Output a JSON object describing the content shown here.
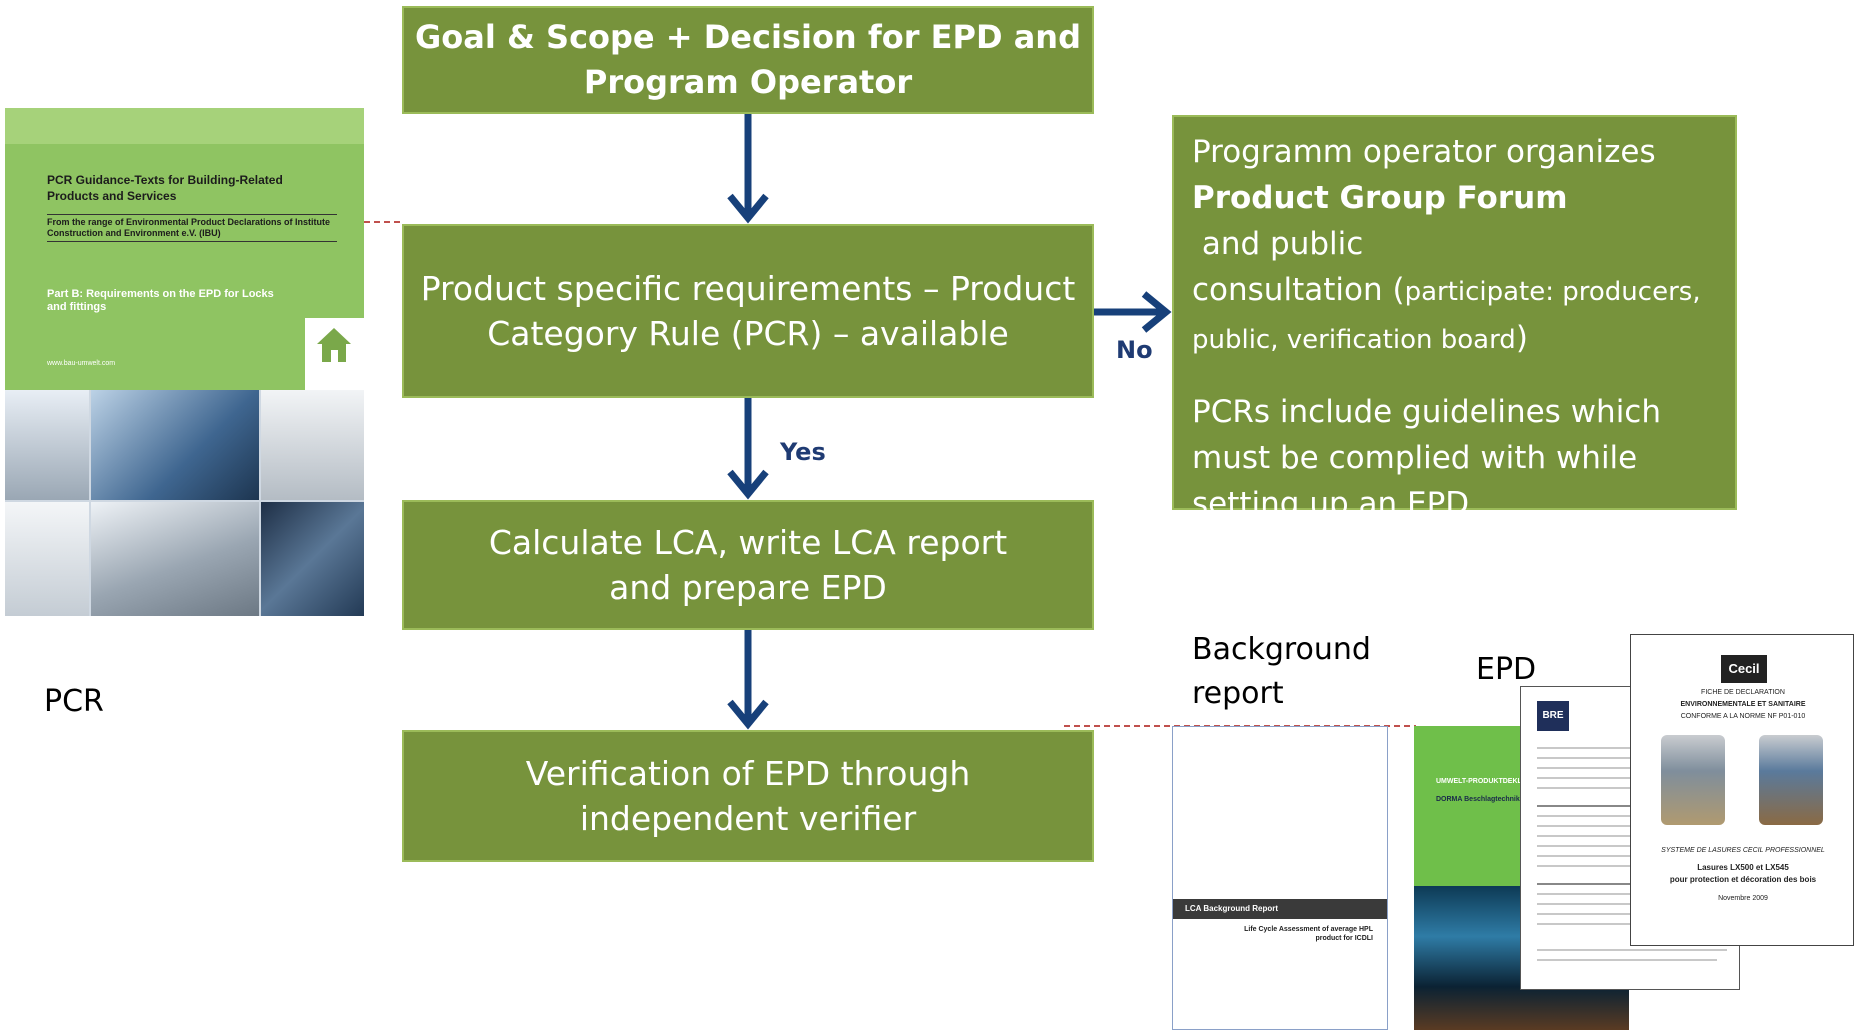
{
  "flow": {
    "step1": {
      "line1": "Goal & Scope + Decision for EPD and",
      "line2": "Program Operator"
    },
    "step2": {
      "line1": "Product specific requirements – Product",
      "line2": "Category Rule (PCR) – available"
    },
    "step3": {
      "line1": "Calculate LCA, write LCA report",
      "line2": "and prepare EPD"
    },
    "step4": {
      "line1": "Verification of EPD through",
      "line2": "independent verifier"
    },
    "yes_label": "Yes",
    "no_label": "No"
  },
  "side_box": {
    "p1_line1": "Programm operator organizes",
    "p1_bold": "Product Group Forum",
    "p1_after_bold": " and public",
    "p1_line3": "consultation (",
    "p1_small1": "participate: producers,",
    "p1_small2": "public, verification board",
    "p1_close": ")",
    "p2_line1": "PCRs include guidelines which",
    "p2_line2": "must be complied with while",
    "p2_line3": "setting up an EPD"
  },
  "captions": {
    "pcr": "PCR",
    "background_line1": "Background",
    "background_line2": "report",
    "epd": "EPD"
  },
  "pcr_document": {
    "title": "PCR Guidance-Texts for Building-Related Products and Services",
    "subtitle": "From the range of Environmental Product Declarations of Institute Construction and Environment e.V. (IBU)",
    "part": "Part B: Requirements on the EPD for Locks and fittings",
    "url": "www.bau-umwelt.com"
  },
  "background_report_doc": {
    "header": "LCA Background Report",
    "title": "Life Cycle Assessment of average HPL product for ICDLI"
  },
  "epd_docs": {
    "green_header": "UMWELT-PRODUKTDEKLARATION",
    "green_company": "DORMA Beschlagtechnik",
    "bre_logo": "BRE",
    "cecil_logo": "Cecil",
    "cecil_line1": "FICHE DE DECLARATION",
    "cecil_line2": "ENVIRONNEMENTALE ET SANITAIRE",
    "cecil_line3": "CONFORME A LA NORME NF P01-010",
    "cecil_line4": "SYSTEME DE LASURES CECIL PROFESSIONNEL",
    "cecil_line5": "Lasures LX500 et LX545",
    "cecil_line6": "pour protection et décoration des bois",
    "cecil_line7": "Novembre 2009"
  },
  "colors": {
    "box_fill": "#77933c",
    "box_border": "#9bbb59",
    "arrow": "#17407a",
    "dashed": "#c0504d"
  }
}
